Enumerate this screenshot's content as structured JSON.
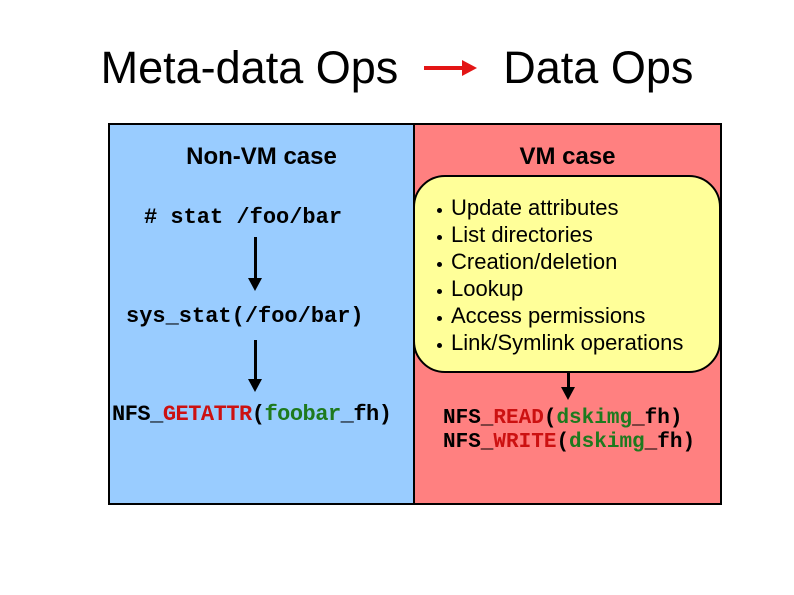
{
  "title": {
    "left": "Meta-data Ops",
    "right": "Data Ops"
  },
  "colors": {
    "panel_blue": "#99ccff",
    "panel_red": "#ff8080",
    "callout_yellow": "#ffff99",
    "arrow_red": "#e31515",
    "code_red": "#cc1111",
    "code_green": "#1e7a1e"
  },
  "panels": {
    "non_vm": {
      "heading": "Non-VM case",
      "step1": "# stat /foo/bar",
      "step2": "sys_stat(/foo/bar)",
      "nfs_call": {
        "prefix": "NFS_",
        "op": "GETATTR",
        "open": "(",
        "arg": "foobar",
        "close": "_fh)"
      }
    },
    "vm": {
      "heading": "VM case",
      "bullets": [
        "Update attributes",
        "List directories",
        "Creation/deletion",
        "Lookup",
        "Access permissions",
        "Link/Symlink operations"
      ],
      "nfs_calls": [
        {
          "prefix": "NFS_",
          "op": "READ",
          "open": "(",
          "arg": "dskimg",
          "close": "_fh)"
        },
        {
          "prefix": "NFS_",
          "op": "WRITE",
          "open": "(",
          "arg": "dskimg",
          "close": "_fh)"
        }
      ]
    }
  }
}
